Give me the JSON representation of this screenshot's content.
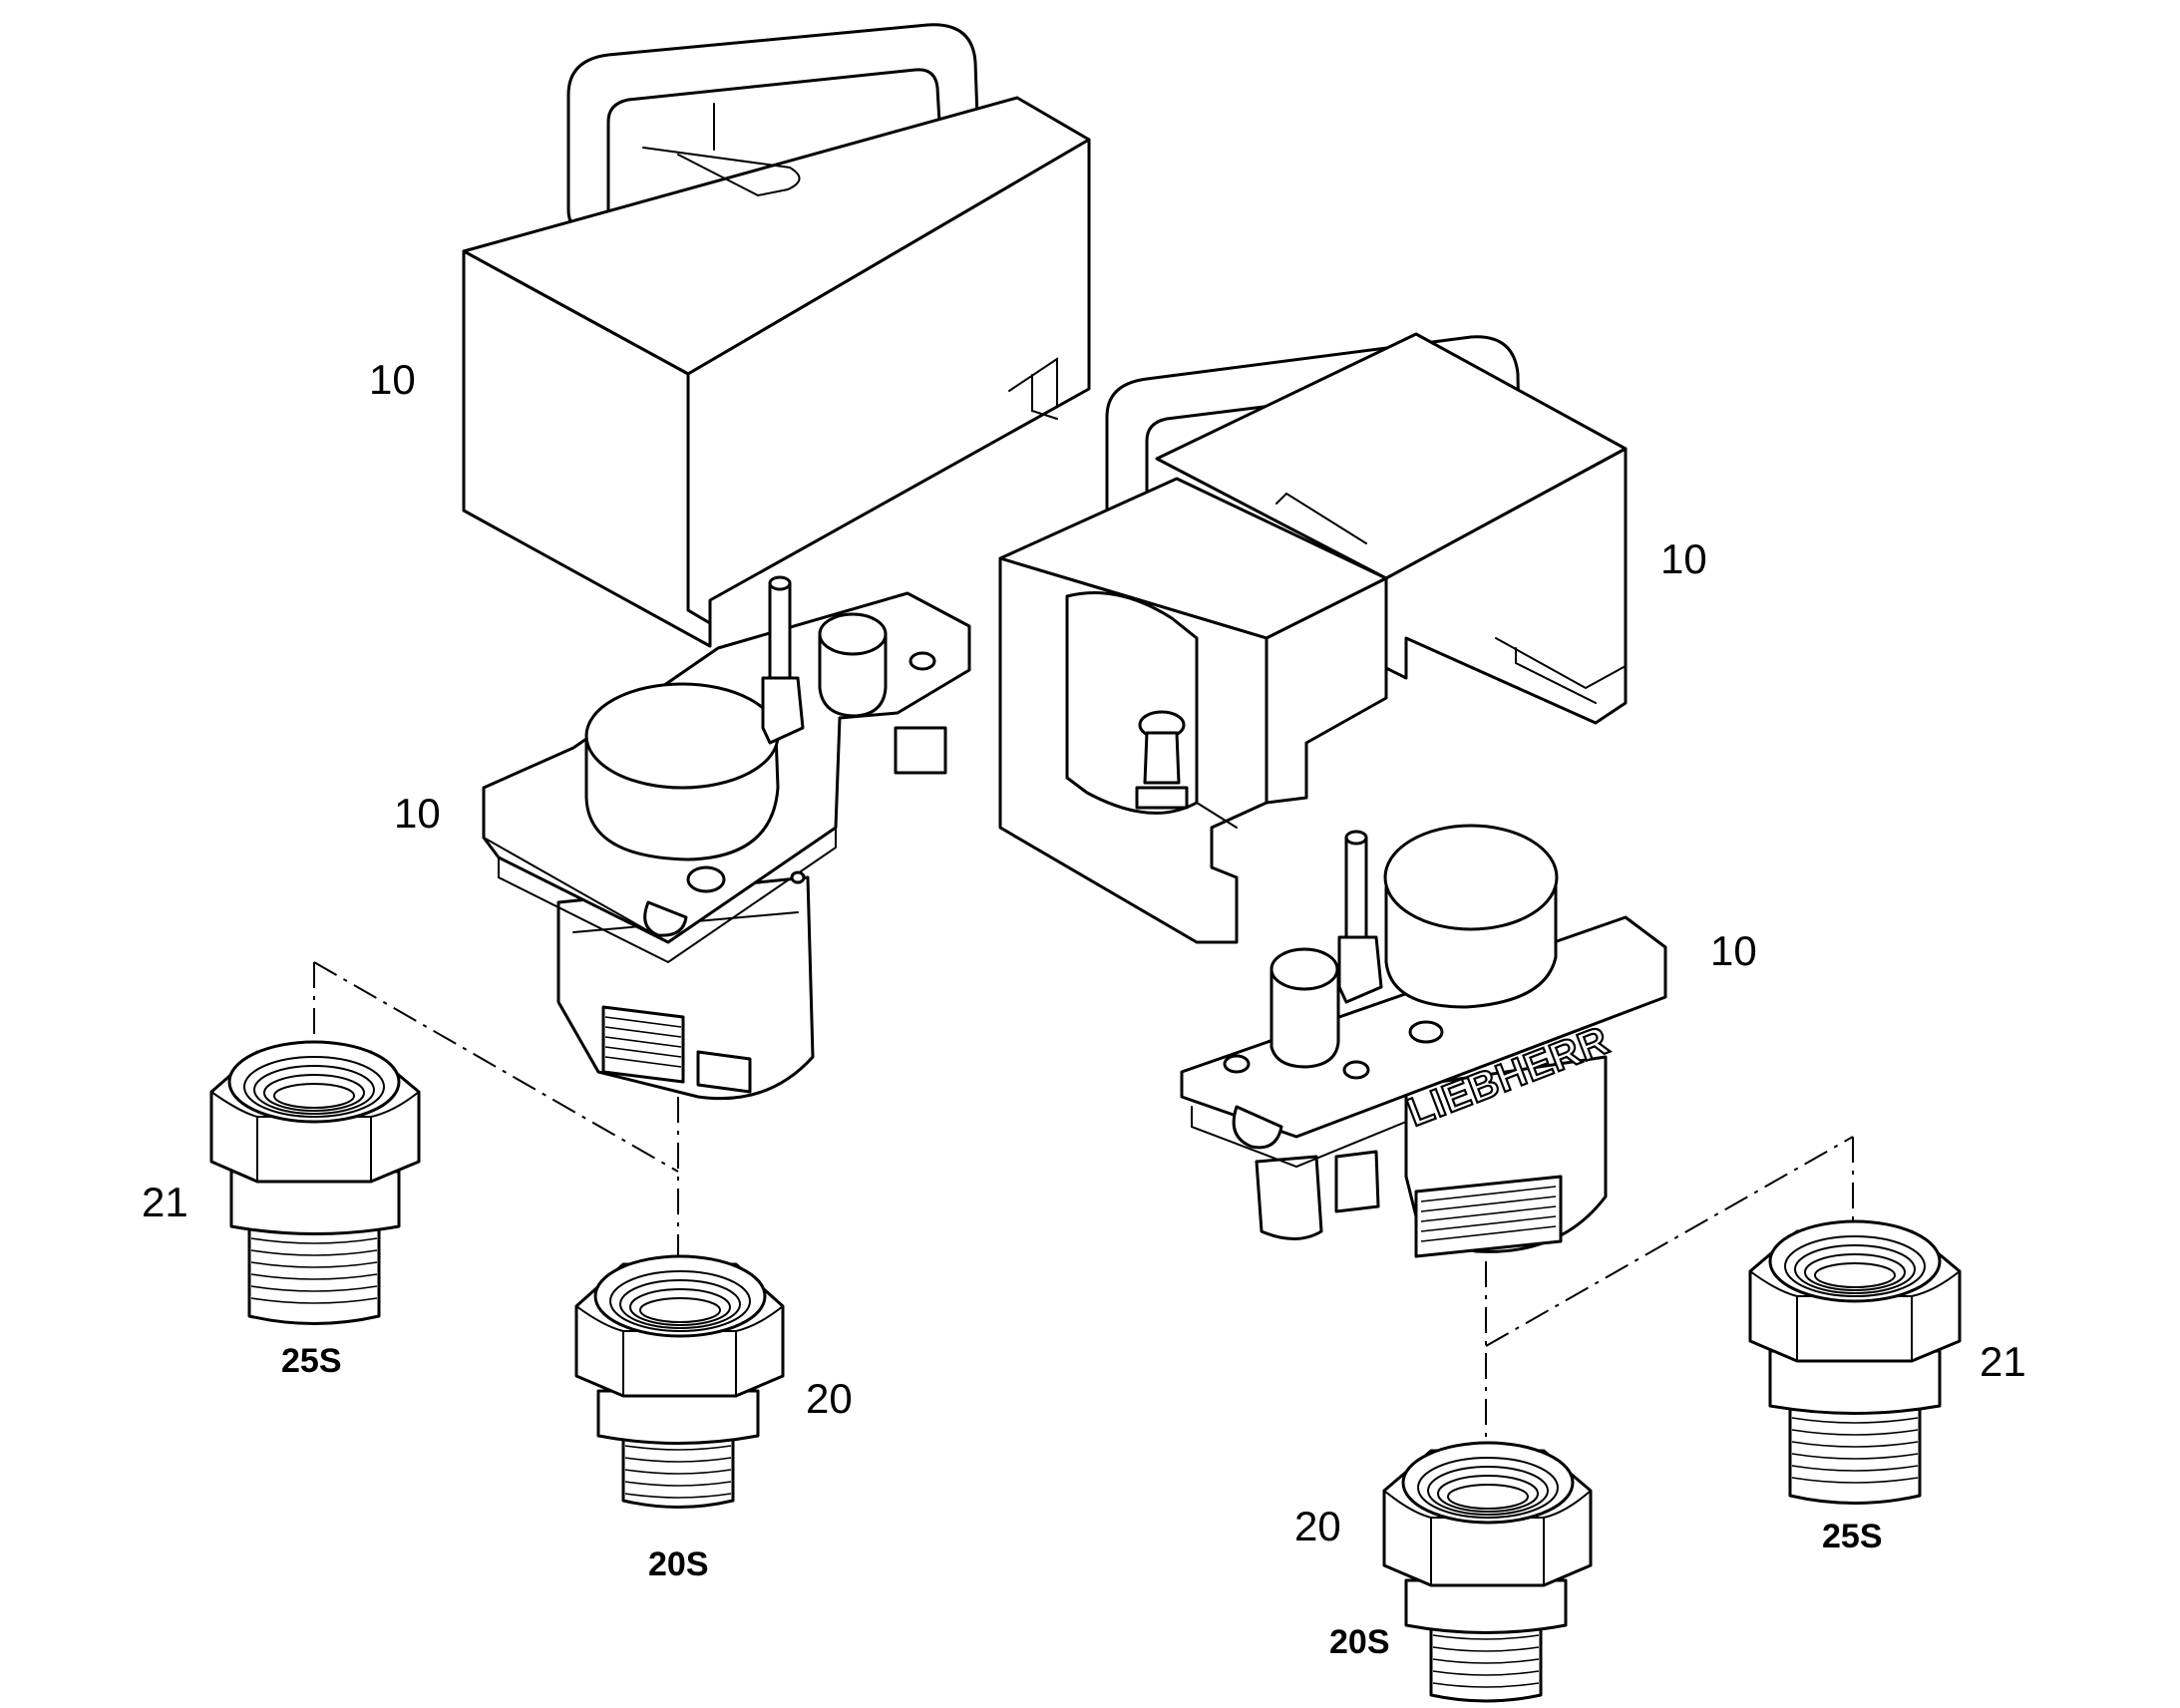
{
  "labels": {
    "top_left_box": "10",
    "right_box": "10",
    "left_block": "10",
    "right_block": "10",
    "left_adapter_21": "21",
    "left_adapter_20": "20",
    "right_adapter_20": "20",
    "right_adapter_21": "21"
  },
  "codes": {
    "left_25s": "25S",
    "left_20s": "20S",
    "right_20s": "20S",
    "right_25s": "25S"
  },
  "brand": {
    "logo_text": "LIEBHERR"
  }
}
